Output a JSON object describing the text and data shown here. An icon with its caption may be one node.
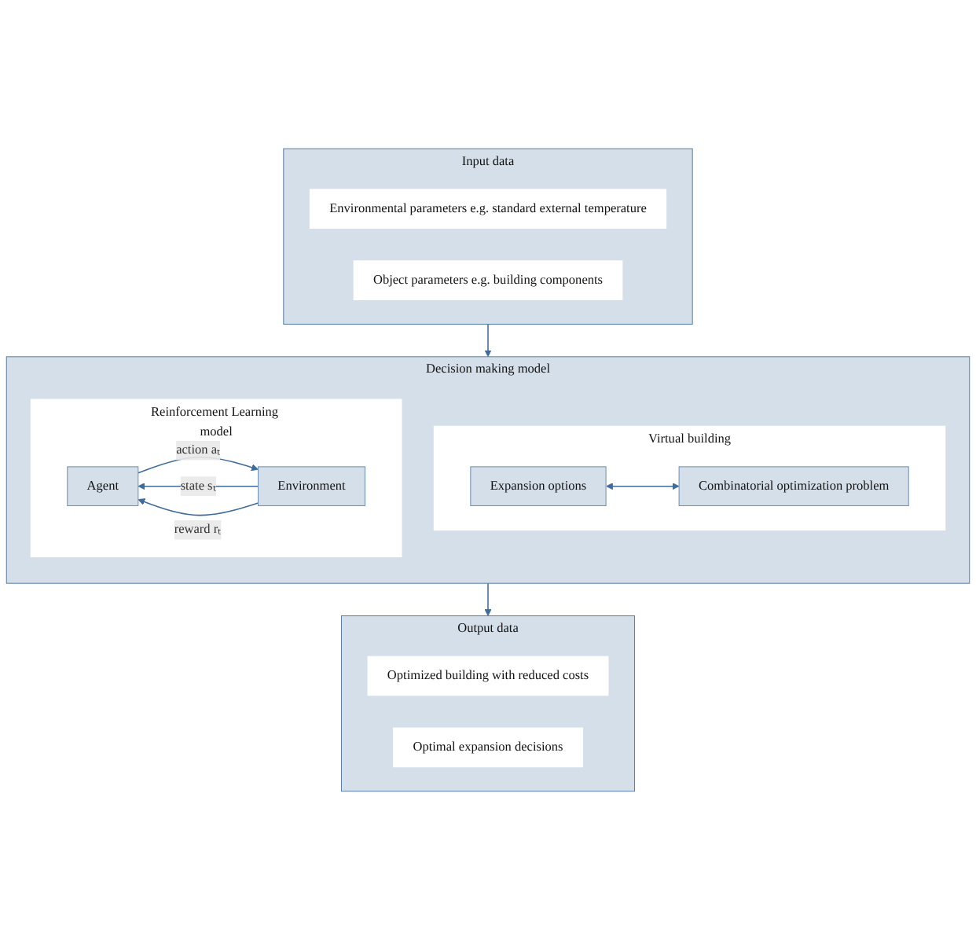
{
  "diagram": {
    "nodes": [
      {
        "text": [
          "Input data"
        ]
      },
      {
        "text": [
          "Environmental parameters e.g. standard external temperature"
        ],
        "in": 0
      },
      {
        "text": [
          "Object parameters e.g. building components"
        ],
        "in": 0
      },
      {
        "text": [
          "Decision making model"
        ]
      },
      {
        "text": [
          "Virtual building"
        ],
        "in": 3
      },
      {
        "text": [
          "Expansion options"
        ],
        "in": 4
      },
      {
        "text": [
          "Combinatorial optimization problem"
        ],
        "in": 4
      },
      {
        "text": [
          "Reinforcement Learning model"
        ],
        "in": 3
      },
      {
        "text": [
          "Agent"
        ],
        "in": 7
      },
      {
        "text": [
          "Environment"
        ],
        "in": 7
      },
      {
        "text": [
          "Output data"
        ]
      },
      {
        "text": [
          "Optimized building with reduced costs"
        ],
        "in": 10
      },
      {
        "text": [
          "Optimal expansion decisions"
        ],
        "in": 10
      }
    ],
    "edges": [
      {
        "from": 0,
        "to": 3,
        "arrow": "to"
      },
      {
        "from": 3,
        "to": 10,
        "arrow": "to"
      },
      {
        "from": 5,
        "to": 6,
        "arrow": "both"
      },
      {
        "from": 8,
        "to": 9,
        "arrow": "to",
        "label": "action aₜ"
      },
      {
        "from": 9,
        "to": 8,
        "arrow": "to",
        "label": "state sₜ"
      },
      {
        "from": 9,
        "to": 8,
        "arrow": "to",
        "label": "reward rₜ"
      }
    ]
  }
}
